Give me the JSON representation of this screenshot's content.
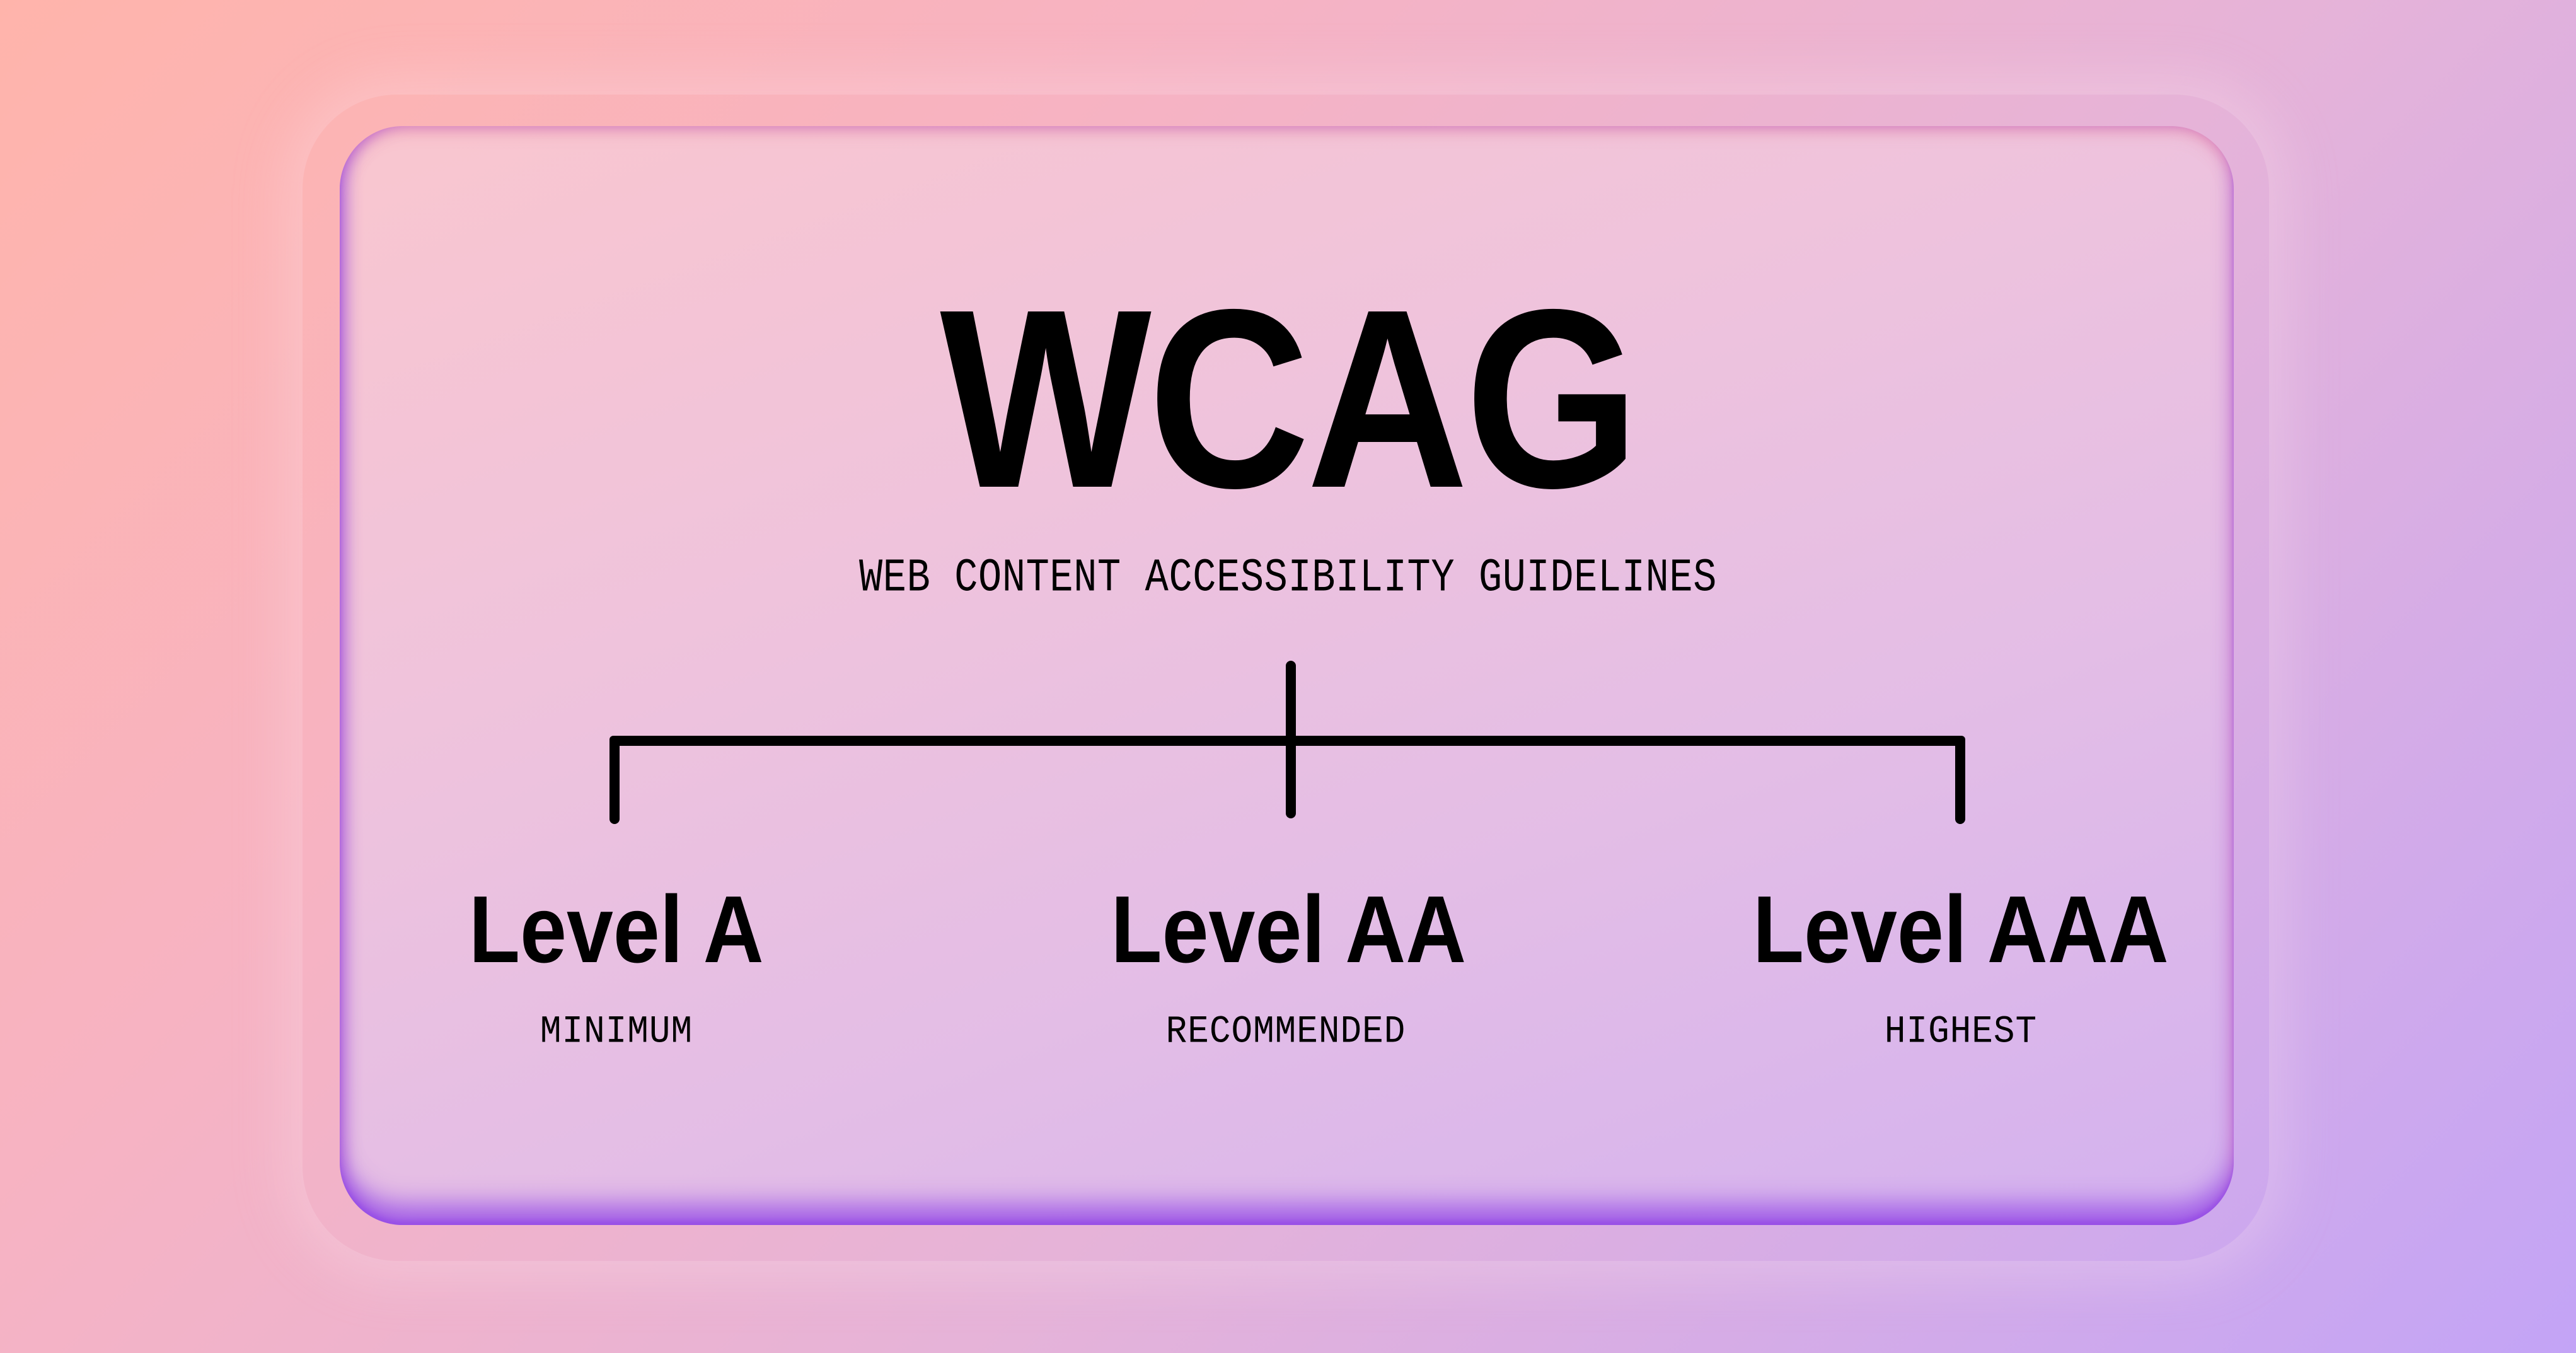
{
  "diagram": {
    "title": "WCAG",
    "subtitle": "WEB CONTENT ACCESSIBILITY GUIDELINES",
    "levels": [
      {
        "name": "Level A",
        "description": "MINIMUM"
      },
      {
        "name": "Level AA",
        "description": "RECOMMENDED"
      },
      {
        "name": "Level AAA",
        "description": "HIGHEST"
      }
    ],
    "connector": "tree-branch-three-children"
  },
  "colors": {
    "background_top_left": "#ffb4ab",
    "background_bottom_right": "#c3a4f6",
    "card_top": "#f9c6cf",
    "card_bottom": "#d3b1ef",
    "card_inset_shadow": "#964ee6",
    "text": "#000000"
  }
}
